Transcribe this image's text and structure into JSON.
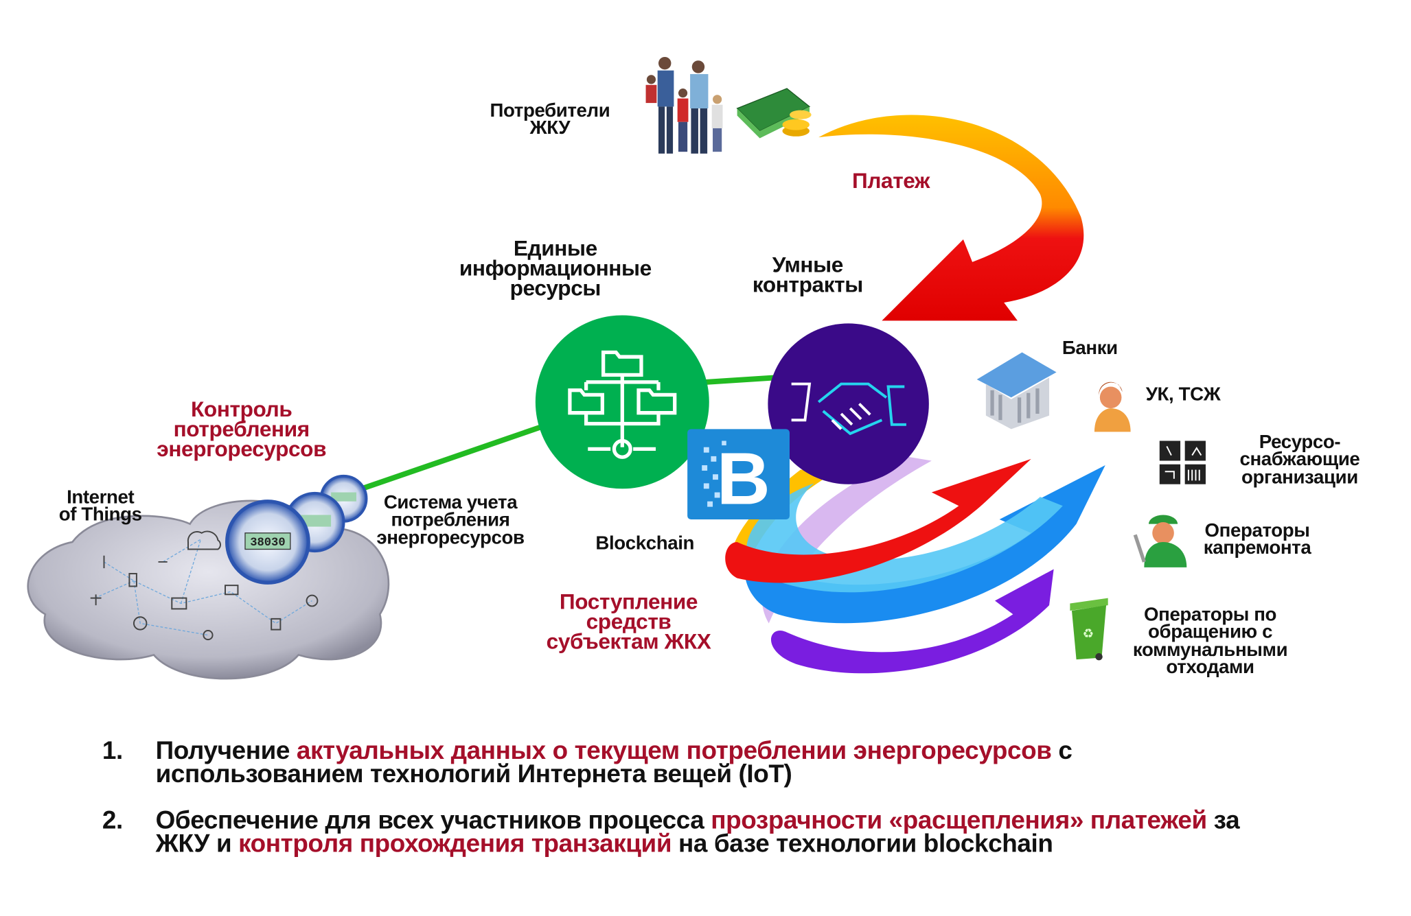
{
  "labels": {
    "consumers": [
      "Потребители",
      "ЖКУ"
    ],
    "payment": "Платеж",
    "unified_resources": [
      "Единые",
      "информационные",
      "ресурсы"
    ],
    "smart_contracts": [
      "Умные",
      "контракты"
    ],
    "consumption_control": [
      "Контроль",
      "потребления",
      "энергоресурсов"
    ],
    "iot": [
      "Internet",
      "of Things"
    ],
    "metering_system": [
      "Система учета",
      "потребления",
      "энергоресурсов"
    ],
    "blockchain": "Blockchain",
    "funds_inflow": [
      "Поступление",
      "средств",
      "субъектам ЖКХ"
    ],
    "banks": "Банки",
    "uk_tszh": "УК, ТСЖ",
    "resource_suppliers": [
      "Ресурсо-",
      "снабжающие",
      "организации"
    ],
    "repair_operators": [
      "Операторы",
      "капремонта"
    ],
    "waste_operators": [
      "Операторы по",
      "обращению с",
      "коммунальными",
      "отходами"
    ],
    "meter_reading": "38030"
  },
  "list": [
    {
      "num": "1.",
      "parts": [
        "Получение ",
        "актуальных данных о текущем потреблении энергоресурсов",
        " с",
        "использованием технологий Интернета вещей (IoT)"
      ]
    },
    {
      "num": "2.",
      "parts": [
        "Обеспечение для всех участников процесса ",
        "прозрачности «расщепления» платежей",
        " за",
        "ЖКУ и ",
        "контроля прохождения транзакций",
        " на базе технологии blockchain"
      ]
    }
  ],
  "colors": {
    "highlight": "#a50f2a",
    "green": "#00b050",
    "purple": "#3a0a88",
    "blockchain_blue": "#1e8ad8"
  }
}
